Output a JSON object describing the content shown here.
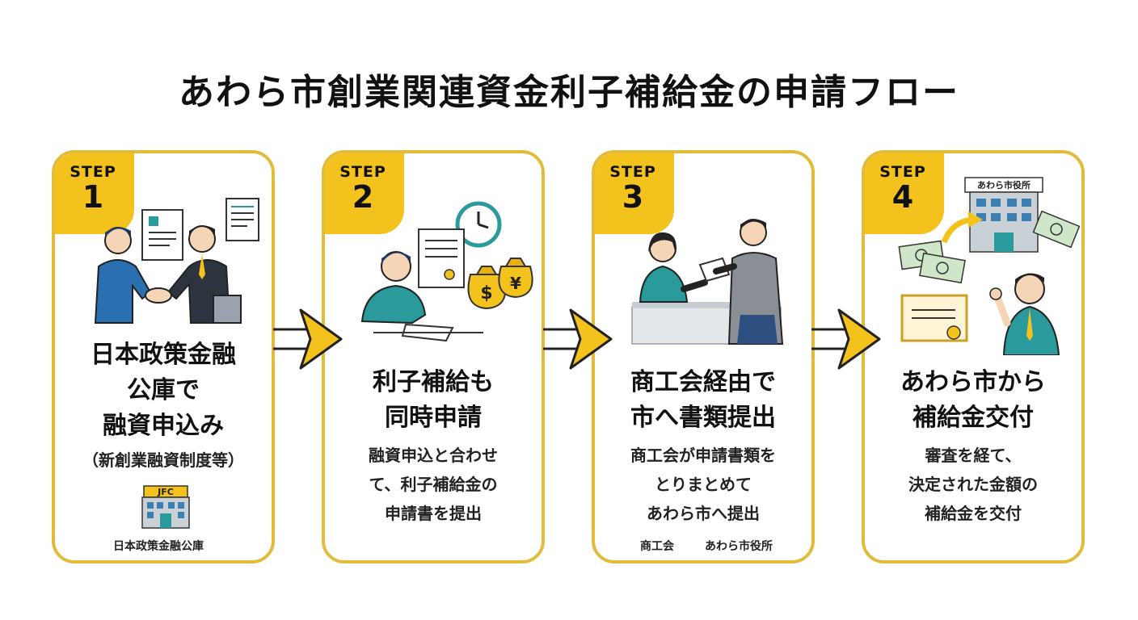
{
  "title": "あわら市創業関連資金利子補給金の申請フロー",
  "steps": [
    {
      "step_label": "STEP",
      "number": "1",
      "heading_lines": [
        "日本政策金融",
        "公庫で",
        "融資申込み"
      ],
      "body_lines": [
        "（新創業融資制度等）"
      ],
      "building_sign": "JFC",
      "caption": "日本政策金融公庫"
    },
    {
      "step_label": "STEP",
      "number": "2",
      "heading_lines": [
        "利子補給も",
        "同時申請"
      ],
      "body_lines": [
        "融資申込と合わせ",
        "て、利子補給金の",
        "申請書を提出"
      ],
      "currency_labels": [
        "$",
        "¥"
      ]
    },
    {
      "step_label": "STEP",
      "number": "3",
      "heading_lines": [
        "商工会経由で",
        "市へ書類提出"
      ],
      "body_lines": [
        "商工会が申請書類を",
        "とりまとめて",
        "あわら市へ提出"
      ],
      "captions": [
        "商工会",
        "あわら市役所"
      ]
    },
    {
      "step_label": "STEP",
      "number": "4",
      "heading_lines": [
        "あわら市から",
        "補給金交付"
      ],
      "body_lines": [
        "審査を経て、",
        "決定された金額の",
        "補給金を交付"
      ],
      "building_sign": "あわら市役所"
    }
  ],
  "colors": {
    "accent": "#f4c21d",
    "card_border": "#e2bb3a",
    "teal": "#2a9a9c",
    "navy": "#1f3b66"
  }
}
